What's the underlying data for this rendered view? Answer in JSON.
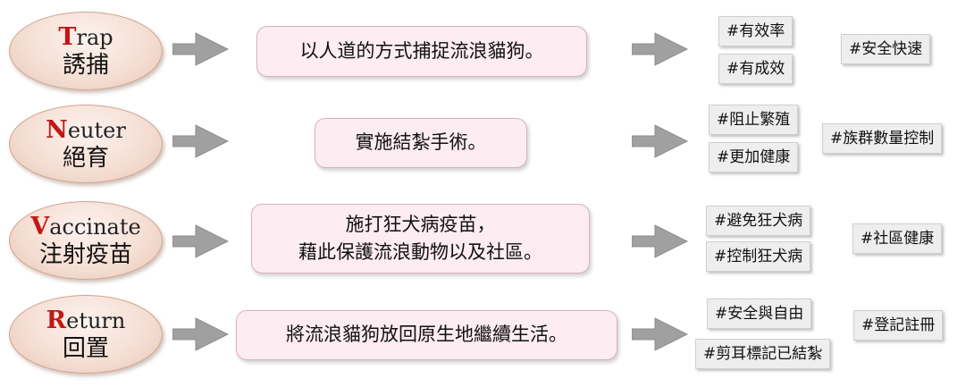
{
  "steps": [
    {
      "en_initial": "T",
      "en_rest": "rap",
      "zh": "誘捕",
      "description": [
        "以人道的方式捕捉流浪貓狗。"
      ],
      "tags": [
        "#有效率",
        "#有成效"
      ],
      "result": "#安全快速"
    },
    {
      "en_initial": "N",
      "en_rest": "euter",
      "zh": "絕育",
      "description": [
        "實施結紮手術。"
      ],
      "tags": [
        "#阻止繁殖",
        "#更加健康"
      ],
      "result": "#族群數量控制"
    },
    {
      "en_initial": "V",
      "en_rest": "accinate",
      "zh": "注射疫苗",
      "description": [
        "施打狂犬病疫苗，",
        "藉此保護流浪動物以及社區。"
      ],
      "tags": [
        "#避免狂犬病",
        "#控制狂犬病"
      ],
      "result": "#社區健康"
    },
    {
      "en_initial": "R",
      "en_rest": "eturn",
      "zh": "回置",
      "description": [
        "將流浪貓狗放回原生地繼續生活。"
      ],
      "tags": [
        "#安全與自由",
        "#剪耳標記已結紮"
      ],
      "result": "#登記註冊"
    }
  ],
  "colors": {
    "initial": "#c31717",
    "arrow": "#a0a0a0",
    "box_bg": "#fdecf1",
    "tag_bg": "#eeeeee"
  },
  "icons": {
    "arrow": "right-arrow-icon"
  }
}
